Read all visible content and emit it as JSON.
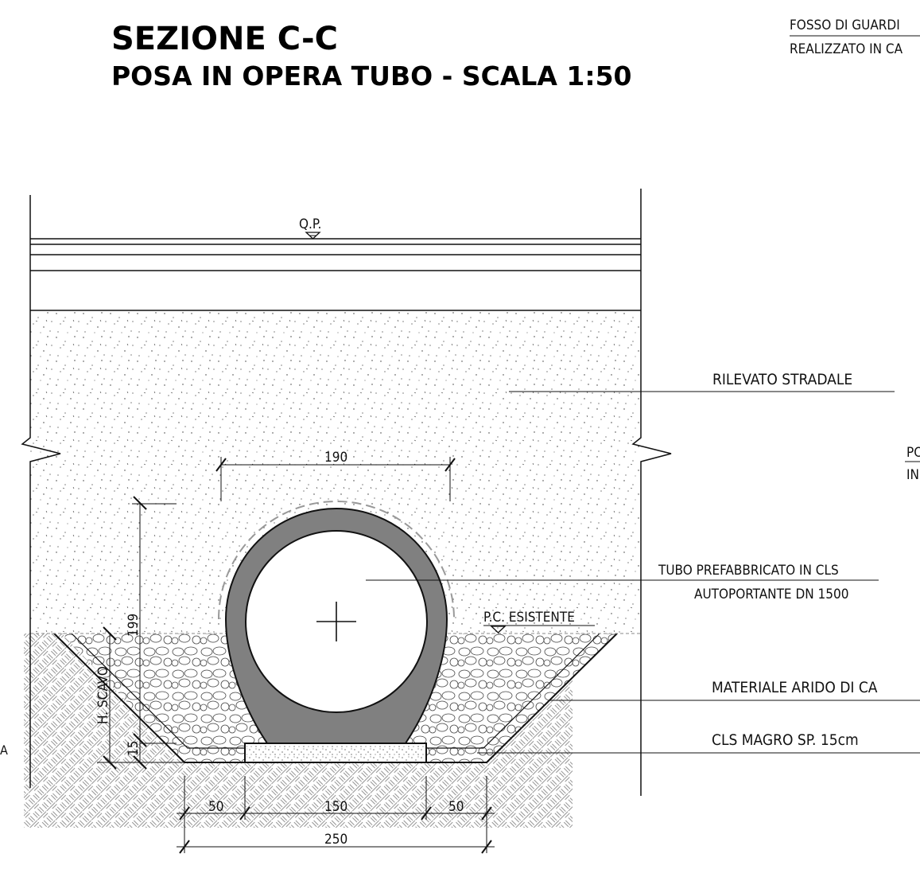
{
  "title": {
    "main": "SEZIONE C-C",
    "sub": "POSA IN OPERA TUBO - SCALA 1:50"
  },
  "notes": {
    "top_right_1": "FOSSO DI GUARDI",
    "top_right_2": "REALIZZATO IN CA",
    "mid_right_1": "PO",
    "mid_right_2": "IN",
    "left_edge": "A"
  },
  "levels": {
    "road_top": "Q.P.",
    "existing_ground": "P.C. ESISTENTE"
  },
  "callouts": {
    "embankment": "RILEVATO STRADALE",
    "pipe_line1": "TUBO PREFABBRICATO IN CLS",
    "pipe_line2": "AUTOPORTANTE DN 1500",
    "backfill": "MATERIALE ARIDO DI CA",
    "blinding": "CLS MAGRO SP. 15cm"
  },
  "dimensions": {
    "pipe_width": "190",
    "pipe_height": "199",
    "excavation_depth": "H. SCAVO",
    "blinding_thickness": "15",
    "left_offset": "50",
    "base_width": "150",
    "right_offset": "50",
    "bottom_width": "250"
  },
  "colors": {
    "line": "#111111",
    "pipe_wall": "#808080",
    "dashed": "#999999",
    "hatch": "#555555"
  }
}
